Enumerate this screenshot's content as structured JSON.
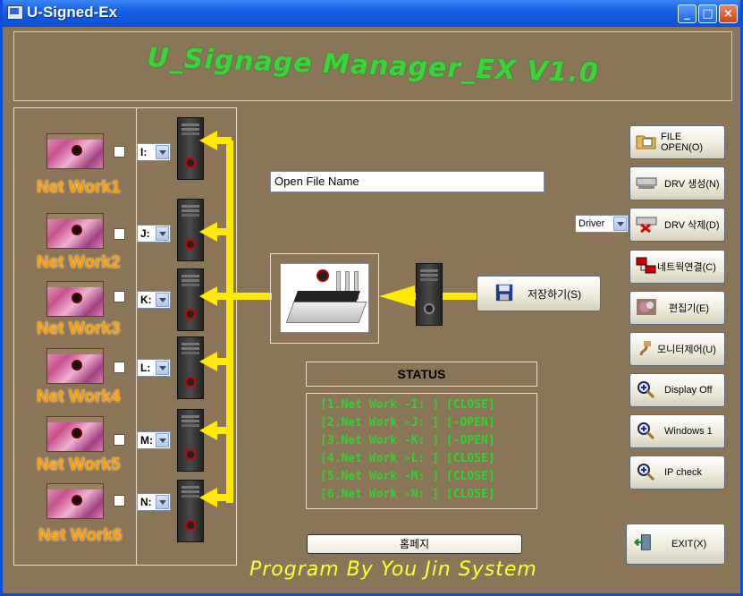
{
  "window": {
    "title": "U-Signed-Ex"
  },
  "banner": {
    "title": "U_Signage Manager_EX V1.0"
  },
  "networks": [
    {
      "label": "Net Work1",
      "drive": "I:"
    },
    {
      "label": "Net Work2",
      "drive": "J:"
    },
    {
      "label": "Net Work3",
      "drive": "K:"
    },
    {
      "label": "Net Work4",
      "drive": "L:"
    },
    {
      "label": "Net Work5",
      "drive": "M:"
    },
    {
      "label": "Net Work6",
      "drive": "N:"
    }
  ],
  "file": {
    "name": "Open  File Name"
  },
  "save_button": {
    "label": "저장하기(S)"
  },
  "driver_select": {
    "value": "Driver"
  },
  "side_buttons": [
    {
      "label": "FILE OPEN(O)"
    },
    {
      "label": "DRV 생성(N)"
    },
    {
      "label": "DRV 삭제(D)"
    },
    {
      "label": "네트웍연결(C)"
    },
    {
      "label": "편집기(E)"
    },
    {
      "label": "모니터제어(U)"
    },
    {
      "label": "Display Off"
    },
    {
      "label": "Windows 1"
    },
    {
      "label": "IP check"
    }
  ],
  "exit_button": {
    "label": "EXIT(X)"
  },
  "status": {
    "title": "STATUS",
    "lines": [
      "[1.Net Work -I: ] [CLOSE]",
      "[2.Net Work -J: ] [-OPEN]",
      "[3.Net Work -K: ] [-OPEN]",
      "[4.Net Work -L: ] [CLOSE]",
      "[5.Net Work -M: ] [CLOSE]",
      "[6.Net Work -N: ] [CLOSE]"
    ]
  },
  "homepage_button": {
    "label": "홈페지"
  },
  "footer": {
    "text": "Program By You Jin System"
  }
}
